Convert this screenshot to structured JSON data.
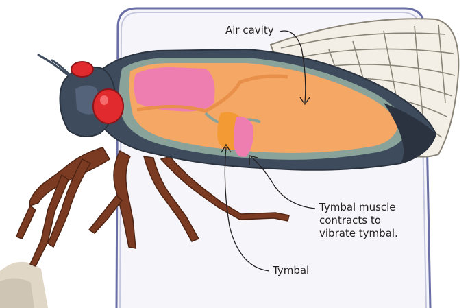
{
  "labels": {
    "air_cavity": "Air cavity",
    "tymbal_muscle_line1": "Tymbal muscle",
    "tymbal_muscle_line2": "contracts to",
    "tymbal_muscle_line3": "vibrate tymbal.",
    "tymbal": "Tymbal"
  },
  "colors": {
    "frame_border": "#6a6fa6",
    "wing_fill": "#f3efe6",
    "wing_vein": "#8a8478",
    "body_dark": "#3e4b5c",
    "body_teal": "#8aa39a",
    "air_cavity_orange": "#f5a765",
    "tymbal_orange": "#f39a35",
    "muscle_pink": "#ef7eb0",
    "eye_red": "#e02a2e",
    "leg_brown": "#7a3b22",
    "leader_line": "#231f20",
    "label_text": "#231f20"
  }
}
